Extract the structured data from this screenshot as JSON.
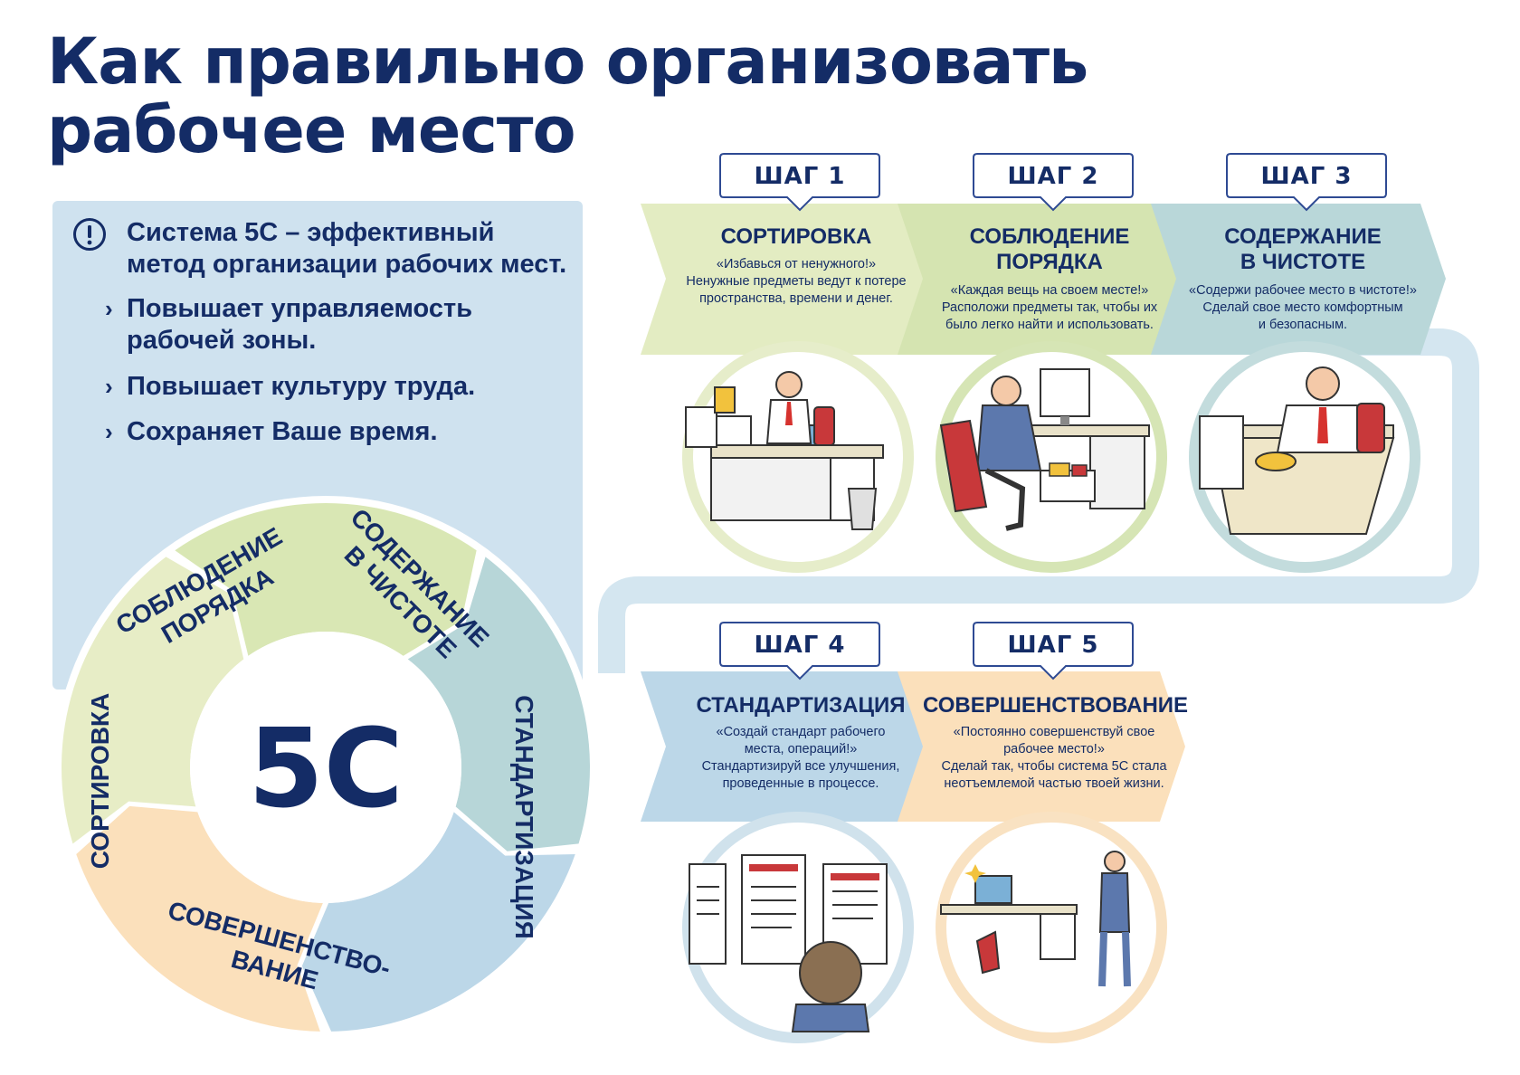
{
  "title": {
    "line1": "Как правильно организовать",
    "line2": "рабочее место"
  },
  "info": {
    "lead": "Система 5С – эффективный метод организации рабочих мест.",
    "bullets": [
      {
        "line1": "Повышает управляемость",
        "line2": "рабочей зоны."
      },
      {
        "line1": "Повышает культуру труда.",
        "line2": ""
      },
      {
        "line1": "Сохраняет Ваше время.",
        "line2": ""
      }
    ],
    "icon": "exclamation-circle-icon"
  },
  "ring": {
    "center": "5С",
    "segments": [
      {
        "line1": "СОРТИРОВКА",
        "line2": "",
        "color": "#e7edc6"
      },
      {
        "line1": "СОБЛЮДЕНИЕ",
        "line2": "ПОРЯДКА",
        "color": "#d9e7b4"
      },
      {
        "line1": "СОДЕРЖАНИЕ",
        "line2": "В ЧИСТОТЕ",
        "color": "#b7d6d8"
      },
      {
        "line1": "СТАНДАРТИЗАЦИЯ",
        "line2": "",
        "color": "#bcd7e8"
      },
      {
        "line1": "СОВЕРШЕНСТВО-",
        "line2": "ВАНИЕ",
        "color": "#fbe0bb"
      }
    ]
  },
  "steps": [
    {
      "tag": "ШАГ 1",
      "title1": "СОРТИРОВКА",
      "title2": "",
      "d1": "«Избавься от ненужного!»",
      "d2": "Ненужные предметы ведут к потере",
      "d3": "пространства, времени и денег.",
      "d4": "",
      "color": "#e3ecc2",
      "illustration": "sorting-office-icon"
    },
    {
      "tag": "ШАГ 2",
      "title1": "СОБЛЮДЕНИЕ",
      "title2": "ПОРЯДКА",
      "d1": "«Каждая вещь на своем месте!»",
      "d2": "Расположи предметы так, чтобы их",
      "d3": "было легко найти и использовать.",
      "d4": "",
      "color": "#d5e4b1",
      "illustration": "orderly-desk-icon"
    },
    {
      "tag": "ШАГ 3",
      "title1": "СОДЕРЖАНИЕ",
      "title2": "В ЧИСТОТЕ",
      "d1": "«Содержи рабочее место в чистоте!»",
      "d2": "Сделай свое место комфортным",
      "d3": "и безопасным.",
      "d4": "",
      "color": "#b9d7d9",
      "illustration": "cleaning-desk-icon"
    },
    {
      "tag": "ШАГ 4",
      "title1": "СТАНДАРТИЗАЦИЯ",
      "title2": "",
      "d1": "«Создай стандарт рабочего",
      "d2": "места, операций!»",
      "d3": "Стандартизируй все улучшения,",
      "d4": "проведенные в процессе.",
      "color": "#bcd7e8",
      "illustration": "standards-board-icon"
    },
    {
      "tag": "ШАГ 5",
      "title1": "СОВЕРШЕНСТВОВАНИЕ",
      "title2": "",
      "d1": "«Постоянно совершенствуй свое",
      "d2": "рабочее место!»",
      "d3": "Сделай так, чтобы система 5С стала",
      "d4": "неотъемлемой частью твоей жизни.",
      "color": "#fbe0bb",
      "illustration": "improved-workplace-icon"
    }
  ],
  "colors": {
    "navy": "#142c66",
    "panel": "#cfe2ef",
    "track": "#d4e6f0",
    "tag_border": "#2e4a93"
  }
}
